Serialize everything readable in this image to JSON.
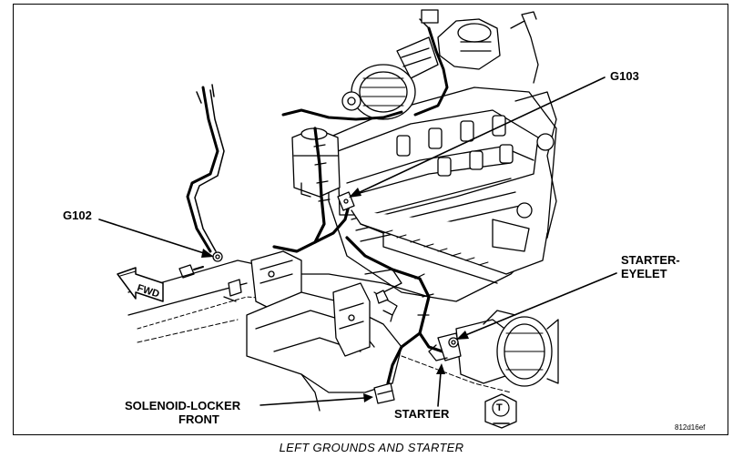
{
  "labels": {
    "g102": "G102",
    "g103": "G103",
    "starter_eyelet_line1": "STARTER-",
    "starter_eyelet_line2": "EYELET",
    "solenoid_line1": "SOLENOID-LOCKER",
    "solenoid_line2": "FRONT",
    "starter": "STARTER",
    "fwd": "FWD",
    "t_symbol": "T"
  },
  "figure_code": "812d16ef",
  "caption": "LEFT GROUNDS AND STARTER"
}
